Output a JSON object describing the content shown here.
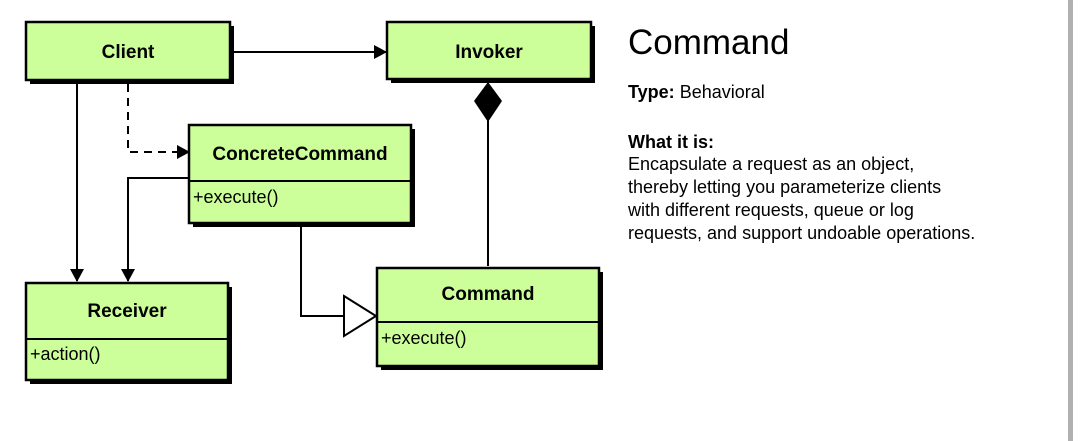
{
  "pattern": {
    "title": "Command",
    "type_label": "Type:",
    "type_value": "Behavioral",
    "what_label": "What it is:",
    "what_lines": [
      "Encapsulate a request as an object,",
      "thereby letting you parameterize clients",
      "with different requests, queue or log",
      "requests, and support undoable operations."
    ]
  },
  "classes": {
    "client": {
      "name": "Client"
    },
    "invoker": {
      "name": "Invoker"
    },
    "concrete_command": {
      "name": "ConcreteCommand",
      "method": "+execute()"
    },
    "receiver": {
      "name": "Receiver",
      "method": "+action()"
    },
    "command": {
      "name": "Command",
      "method": "+execute()"
    }
  },
  "colors": {
    "class_fill": "#ccff99",
    "stroke": "#000000"
  }
}
